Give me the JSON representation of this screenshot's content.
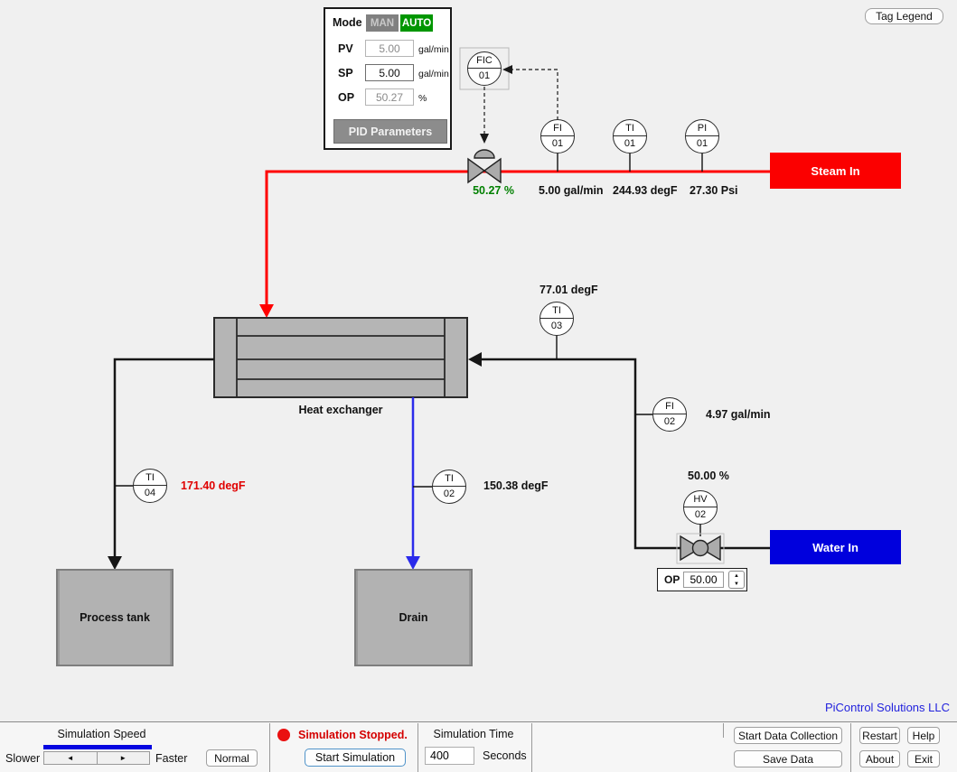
{
  "app": {
    "tag_legend_label": "Tag Legend",
    "brand": "PiControl Solutions LLC"
  },
  "pid_panel": {
    "mode_label": "Mode",
    "man_label": "MAN",
    "auto_label": "AUTO",
    "pv_label": "PV",
    "pv_value": "5.00",
    "pv_unit": "gal/min",
    "sp_label": "SP",
    "sp_value": "5.00",
    "sp_unit": "gal/min",
    "op_label": "OP",
    "op_value": "50.27",
    "op_unit": "%",
    "pid_parameters_label": "PID Parameters"
  },
  "instruments": {
    "fic01": {
      "line1": "FIC",
      "line2": "01"
    },
    "fi01": {
      "line1": "FI",
      "line2": "01"
    },
    "ti01": {
      "line1": "TI",
      "line2": "01"
    },
    "pi01": {
      "line1": "PI",
      "line2": "01"
    },
    "ti03": {
      "line1": "TI",
      "line2": "03"
    },
    "fi02": {
      "line1": "FI",
      "line2": "02"
    },
    "hv02": {
      "line1": "HV",
      "line2": "02"
    },
    "ti04": {
      "line1": "TI",
      "line2": "04"
    },
    "ti02": {
      "line1": "TI",
      "line2": "02"
    }
  },
  "readings": {
    "valve_op": "50.27 %",
    "fi01_flow": "5.00 gal/min",
    "ti01_temp": "244.93 degF",
    "pi01_pressure": "27.30 Psi",
    "ti03_temp": "77.01 degF",
    "fi02_flow": "4.97 gal/min",
    "hv02_op": "50.00 %",
    "ti04_temp": "171.40 degF",
    "ti02_temp": "150.38 degF"
  },
  "equipment": {
    "steam_in": "Steam In",
    "water_in": "Water In",
    "heat_exchanger": "Heat exchanger",
    "process_tank": "Process tank",
    "drain": "Drain"
  },
  "hv_op_control": {
    "label": "OP",
    "value": "50.00"
  },
  "footer": {
    "simulation_speed_label": "Simulation Speed",
    "slower_label": "Slower",
    "faster_label": "Faster",
    "normal_label": "Normal",
    "status_text": "Simulation Stopped.",
    "start_simulation_label": "Start Simulation",
    "simulation_time_label": "Simulation Time",
    "simulation_time_value": "400",
    "seconds_label": "Seconds",
    "start_data_collection_label": "Start Data Collection",
    "save_data_label": "Save Data",
    "restart_label": "Restart",
    "help_label": "Help",
    "about_label": "About",
    "exit_label": "Exit"
  },
  "colors": {
    "steam_pipe": "#ff0000",
    "water_in_box": "#0000dd",
    "drain_pipe": "#2b2beb",
    "valve_op_text": "#008000",
    "alarm_text": "#e00000",
    "status_text": "#d40000",
    "auto_button_bg": "#009600",
    "man_button_bg": "#808080",
    "brand_text": "#2222dd"
  }
}
